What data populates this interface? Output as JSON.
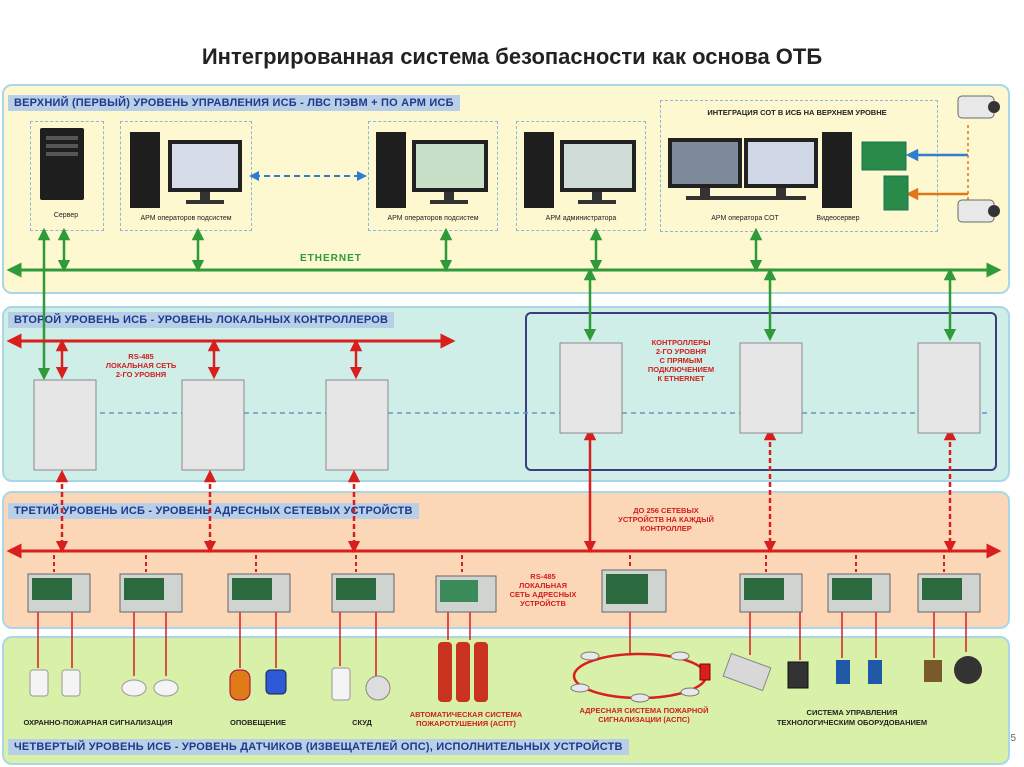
{
  "title": "Интегрированная система безопасности как основа ОТБ",
  "levels": {
    "level1": "ВЕРХНИЙ (ПЕРВЫЙ) УРОВЕНЬ УПРАВЛЕНИЯ ИСБ - ЛВС ПЭВМ + ПО АРМ ИСБ",
    "level2": "ВТОРОЙ УРОВЕНЬ ИСБ - УРОВЕНЬ ЛОКАЛЬНЫХ КОНТРОЛЛЕРОВ",
    "level3": "ТРЕТИЙ УРОВЕНЬ ИСБ - УРОВЕНЬ АДРЕСНЫХ СЕТЕВЫХ УСТРОЙСТВ",
    "level4": "ЧЕТВЕРТЫЙ УРОВЕНЬ ИСБ - УРОВЕНЬ ДАТЧИКОВ (ИЗВЕЩАТЕЛЕЙ ОПС), ИСПОЛНИТЕЛЬНЫХ УСТРОЙСТВ"
  },
  "top": {
    "server": "Сервер",
    "arm_subsystems_1": "АРМ операторов подсистем",
    "arm_subsystems_2": "АРМ операторов подсистем",
    "arm_admin": "АРМ администратора",
    "integration_title": "ИНТЕГРАЦИЯ СОТ В ИСБ НА ВЕРХНЕМ УРОВНЕ",
    "arm_sot": "АРМ оператора СОТ",
    "videoserver": "Видеосервер",
    "ethernet": "ETHERNET"
  },
  "second": {
    "rs485": "RS-485\nЛОКАЛЬНАЯ СЕТЬ\n2-ГО УРОВНЯ",
    "controllers_note": "КОНТРОЛЛЕРЫ\n2-ГО УРОВНЯ\nС ПРЯМЫМ\nПОДКЛЮЧЕНИЕМ\nК ETHERNET"
  },
  "third": {
    "up_to_256": "ДО 256 СЕТЕВЫХ\nУСТРОЙСТВ НА КАЖДЫЙ\nКОНТРОЛЛЕР",
    "rs485_local": "RS-485\nЛОКАЛЬНАЯ\nСЕТЬ АДРЕСНЫХ\nУСТРОЙСТВ"
  },
  "fourth": {
    "ops": "ОХРАННО-ПОЖАРНАЯ СИГНАЛИЗАЦИЯ",
    "notification": "ОПОВЕЩЕНИЕ",
    "skud": "СКУД",
    "aspt": "АВТОМАТИЧЕСКАЯ СИСТЕМА\nПОЖАРОТУШЕНИЯ (АСПТ)",
    "asps": "АДРЕСНАЯ СИСТЕМА ПОЖАРНОЙ\nСИГНАЛИЗАЦИИ (АСПС)",
    "tech": "СИСТЕМА УПРАВЛЕНИЯ\nТЕХНОЛОГИЧЕСКИМ ОБОРУДОВАНИЕМ"
  },
  "page_number": "5",
  "colors": {
    "ethernet": "#2e9a3a",
    "rs485": "#d91e1e",
    "integration": "#2e7dd1",
    "accent": "#e0761a"
  }
}
